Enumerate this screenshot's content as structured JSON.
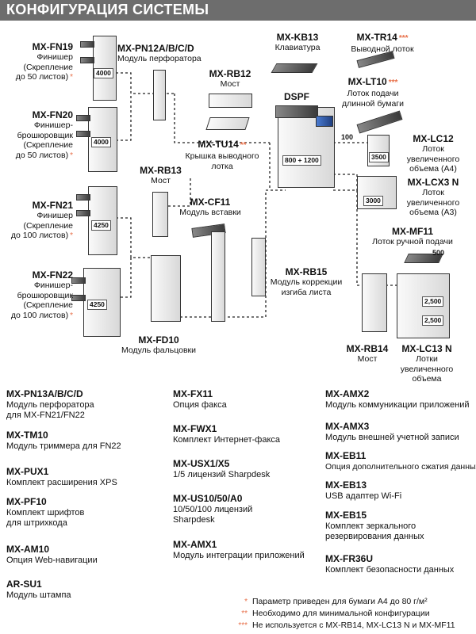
{
  "header": {
    "title": "КОНФИГУРАЦИЯ СИСТЕМЫ"
  },
  "components": {
    "fn19": {
      "code": "MX-FN19",
      "desc": [
        "Финишер",
        "(Скрепление",
        "до 50 листов)"
      ],
      "ast": "*"
    },
    "fn20": {
      "code": "MX-FN20",
      "desc": [
        "Финишер-",
        "брошюровщик",
        "(Скрепление",
        "до 50 листов)"
      ],
      "ast": "*"
    },
    "fn21": {
      "code": "MX-FN21",
      "desc": [
        "Финишер",
        "(Скрепление",
        "до 100 листов)"
      ],
      "ast": "*"
    },
    "fn22": {
      "code": "MX-FN22",
      "desc": [
        "Финишер-",
        "брошюровщик",
        "(Скрепление",
        "до 100 листов)"
      ],
      "ast": "*"
    },
    "pn12": {
      "code": "MX-PN12A/B/C/D",
      "desc": [
        "Модуль перфоратора"
      ]
    },
    "rb12": {
      "code": "MX-RB12",
      "desc": [
        "Мост"
      ]
    },
    "kb13": {
      "code": "MX-KB13",
      "desc": [
        "Клавиатура"
      ]
    },
    "tr14": {
      "code": "MX-TR14",
      "desc": [
        "Выводной лоток"
      ],
      "ast": "***"
    },
    "lt10": {
      "code": "MX-LT10",
      "desc": [
        "Лоток подачи",
        "длинной бумаги"
      ],
      "ast": "***"
    },
    "dspf": {
      "code": "DSPF"
    },
    "tu14": {
      "code": "MX-TU14",
      "desc": [
        "Крышка выводного",
        "лотка"
      ],
      "ast": "**"
    },
    "rb13": {
      "code": "MX-RB13",
      "desc": [
        "Мост"
      ]
    },
    "cf11": {
      "code": "MX-CF11",
      "desc": [
        "Модуль вставки"
      ]
    },
    "lc12": {
      "code": "MX-LC12",
      "desc": [
        "Лоток",
        "увеличенного",
        "объема (A4)"
      ]
    },
    "lcx3": {
      "code": "MX-LCX3 N",
      "desc": [
        "Лоток",
        "увеличенного",
        "объема (A3)"
      ]
    },
    "mf11": {
      "code": "MX-MF11",
      "desc": [
        "Лоток ручной подачи"
      ]
    },
    "rb15": {
      "code": "MX-RB15",
      "desc": [
        "Модуль коррекции",
        "изгиба листа"
      ]
    },
    "fd10": {
      "code": "MX-FD10",
      "desc": [
        "Модуль фальцовки"
      ]
    },
    "rb14": {
      "code": "MX-RB14",
      "desc": [
        "Мост"
      ]
    },
    "lc13": {
      "code": "MX-LC13 N",
      "desc": [
        "Лотки",
        "увеличенного",
        "объема"
      ]
    }
  },
  "device_labels": {
    "fn19": "4000",
    "fn20": "4000",
    "fn21": "4250",
    "fn22": "4250",
    "lc12": "3500",
    "lcx3": "3000",
    "main": "800 + 1200",
    "tray100": "100",
    "mf500": "500",
    "lc13a": "2,500",
    "lc13b": "2,500"
  },
  "options": {
    "col1": [
      {
        "code": "MX-PN13A/B/C/D",
        "desc": [
          "Модуль перфоратора",
          "для MX-FN21/FN22"
        ]
      },
      {
        "code": "MX-TM10",
        "desc": [
          "Модуль триммера для FN22"
        ]
      },
      {
        "code": "MX-PUX1",
        "desc": [
          "Комплект расширения XPS"
        ]
      },
      {
        "code": "MX-PF10",
        "desc": [
          "Комплект шрифтов",
          "для штрихкода"
        ]
      },
      {
        "code": "MX-AM10",
        "desc": [
          "Опция Web-навигации"
        ]
      },
      {
        "code": "AR-SU1",
        "desc": [
          "Модуль штампа"
        ]
      }
    ],
    "col2": [
      {
        "code": "MX-FX11",
        "desc": [
          "Опция факса"
        ]
      },
      {
        "code": "MX-FWX1",
        "desc": [
          "Комплект Интернет-факса"
        ]
      },
      {
        "code": "MX-USX1/X5",
        "desc": [
          "1/5 лицензий Sharpdesk"
        ]
      },
      {
        "code": "MX-US10/50/A0",
        "desc": [
          "10/50/100 лицензий",
          "Sharpdesk"
        ]
      },
      {
        "code": "MX-AMX1",
        "desc": [
          "Модуль интеграции приложений"
        ]
      }
    ],
    "col3": [
      {
        "code": "MX-AMX2",
        "desc": [
          "Модуль коммуникации приложений"
        ]
      },
      {
        "code": "MX-AMX3",
        "desc": [
          "Модуль внешней учетной записи"
        ]
      },
      {
        "code": "MX-EB11",
        "desc": [
          "Опция дополнительного сжатия данных"
        ]
      },
      {
        "code": "MX-EB13",
        "desc": [
          "USB адаптер Wi-Fi"
        ]
      },
      {
        "code": "MX-EB15",
        "desc": [
          "Комплект зеркального",
          "резервирования данных"
        ]
      },
      {
        "code": "MX-FR36U",
        "desc": [
          "Комплект безопасности данных"
        ]
      }
    ]
  },
  "footnotes": [
    {
      "mark": "*",
      "text": "Параметр приведен для бумаги A4 до 80 г/м²"
    },
    {
      "mark": "**",
      "text": "Необходимо для минимальной конфигурации"
    },
    {
      "mark": "***",
      "text": "Не используется с MX-RB14, MX-LC13 N и MX-MF11"
    }
  ],
  "colors": {
    "header_bg": "#6d6d6d",
    "asterisk": "#e8704a",
    "lines": "#222222"
  }
}
